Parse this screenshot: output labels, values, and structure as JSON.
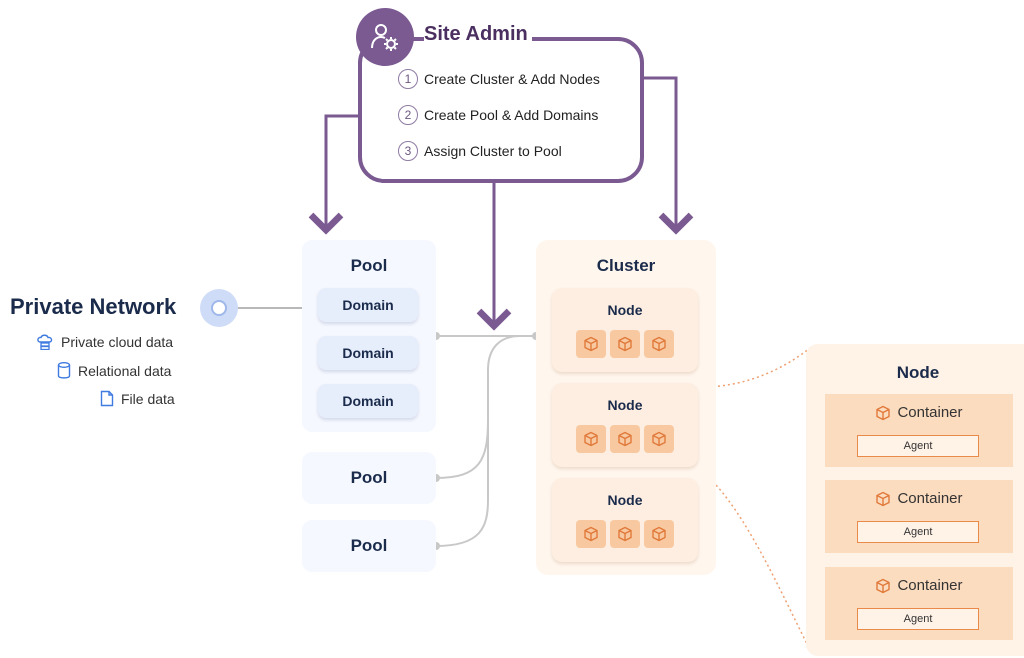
{
  "site_admin": {
    "title": "Site Admin",
    "steps": [
      {
        "num": "1",
        "label": "Create Cluster & Add Nodes"
      },
      {
        "num": "2",
        "label": "Create Pool & Add Domains"
      },
      {
        "num": "3",
        "label": "Assign Cluster to Pool"
      }
    ],
    "icon": "user-gear-icon"
  },
  "private_network": {
    "title": "Private Network",
    "items": [
      {
        "icon": "cloud-server-icon",
        "label": "Private cloud data"
      },
      {
        "icon": "database-icon",
        "label": "Relational data"
      },
      {
        "icon": "file-icon",
        "label": "File data"
      }
    ]
  },
  "pool_main": {
    "title": "Pool",
    "domains": [
      "Domain",
      "Domain",
      "Domain"
    ]
  },
  "extra_pools": [
    "Pool",
    "Pool"
  ],
  "cluster": {
    "title": "Cluster",
    "nodes": [
      "Node",
      "Node",
      "Node"
    ],
    "cube_icon": "cube-icon"
  },
  "node_detail": {
    "title": "Node",
    "containers": [
      {
        "label": "Container",
        "agent": "Agent"
      },
      {
        "label": "Container",
        "agent": "Agent"
      },
      {
        "label": "Container",
        "agent": "Agent"
      }
    ]
  },
  "colors": {
    "admin_purple": "#7b5a92",
    "pool_blue": "#f5f8fe",
    "cluster_orange": "#fff6ee",
    "accent_orange": "#ea8a4a",
    "icon_blue": "#3f7be0"
  }
}
